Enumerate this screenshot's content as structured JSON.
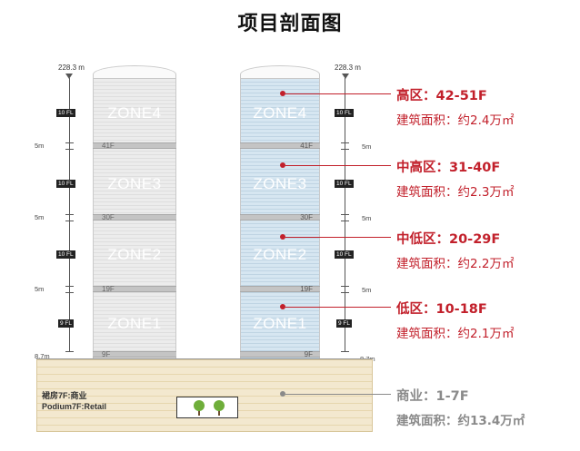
{
  "title": "项目剖面图",
  "elevations": {
    "left_top": "228.3 m",
    "right_top": "228.3 m",
    "left_base": "8.7m",
    "right_base": "8.7m"
  },
  "zones": [
    "ZONE4",
    "ZONE3",
    "ZONE2",
    "ZONE1"
  ],
  "refuge_floors": [
    "41F",
    "30F",
    "19F",
    "9F"
  ],
  "zone_floor_counts": [
    "10 FL",
    "10 FL",
    "10 FL",
    "9 FL"
  ],
  "refuge_heights": [
    "5m",
    "5m",
    "5m"
  ],
  "podium": {
    "line1": "裙房7F:商业",
    "line2": "Podium7F:Retail"
  },
  "labels": [
    {
      "heading": "高区：42-51F",
      "area": "建筑面积：约2.4万㎡"
    },
    {
      "heading": "中高区：31-40F",
      "area": "建筑面积：约2.3万㎡"
    },
    {
      "heading": "中低区：20-29F",
      "area": "建筑面积：约2.2万㎡"
    },
    {
      "heading": "低区：10-18F",
      "area": "建筑面积：约2.1万㎡"
    },
    {
      "heading": "商业：1-7F",
      "area": "建筑面积：约13.4万㎡"
    }
  ],
  "colors": {
    "accent": "#c2202b",
    "muted": "#8a8a8a",
    "tower_left": "#ececec",
    "tower_right": "#d6e6f1",
    "podium": "#f3e8cf"
  }
}
